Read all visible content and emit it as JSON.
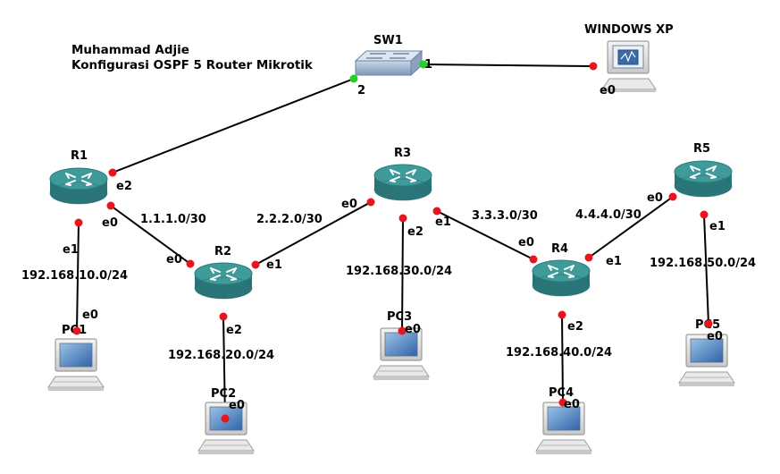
{
  "title": {
    "author": "Muhammad Adjie",
    "subtitle": "Konfigurasi OSPF 5 Router Mikrotik"
  },
  "colors": {
    "link": "#000000",
    "port_down": "#e8141e",
    "port_up": "#1fd31f",
    "router_top": "#3f9a9a",
    "router_side": "#2a7577"
  },
  "devices": {
    "sw1": {
      "name": "SW1",
      "type": "switch",
      "icon": "switch-icon"
    },
    "winxp": {
      "name": "WINDOWS XP",
      "type": "workstation",
      "icon": "monitor-icon"
    },
    "r1": {
      "name": "R1",
      "type": "router",
      "icon": "router-icon"
    },
    "r2": {
      "name": "R2",
      "type": "router",
      "icon": "router-icon"
    },
    "r3": {
      "name": "R3",
      "type": "router",
      "icon": "router-icon"
    },
    "r4": {
      "name": "R4",
      "type": "router",
      "icon": "router-icon"
    },
    "r5": {
      "name": "R5",
      "type": "router",
      "icon": "router-icon"
    },
    "pc1": {
      "name": "PC1",
      "type": "pc",
      "icon": "computer-icon"
    },
    "pc2": {
      "name": "PC2",
      "type": "pc",
      "icon": "computer-icon"
    },
    "pc3": {
      "name": "PC3",
      "type": "pc",
      "icon": "computer-icon"
    },
    "pc4": {
      "name": "PC4",
      "type": "pc",
      "icon": "computer-icon"
    },
    "pc5": {
      "name": "PC5",
      "type": "pc",
      "icon": "computer-icon"
    }
  },
  "ports": {
    "sw1_p1": "1",
    "sw1_p2": "2",
    "winxp_e0": "e0",
    "r1_e2": "e2",
    "r1_e0": "e0",
    "r1_e1": "e1",
    "r2_e0": "e0",
    "r2_e1": "e1",
    "r2_e2": "e2",
    "r3_e0": "e0",
    "r3_e1": "e1",
    "r3_e2": "e2",
    "r4_e0": "e0",
    "r4_e1": "e1",
    "r4_e2": "e2",
    "r5_e0": "e0",
    "r5_e1": "e1",
    "pc1_e0": "e0",
    "pc2_e0": "e0",
    "pc3_e0": "e0",
    "pc4_e0": "e0",
    "pc5_e0": "e0"
  },
  "networks": {
    "r1_r2": "1.1.1.0/30",
    "r2_r3": "2.2.2.0/30",
    "r3_r4": "3.3.3.0/30",
    "r4_r5": "4.4.4.0/30",
    "lan1": "192.168.10.0/24",
    "lan2": "192.168.20.0/24",
    "lan3": "192.168.30.0/24",
    "lan4": "192.168.40.0/24",
    "lan5": "192.168.50.0/24"
  }
}
